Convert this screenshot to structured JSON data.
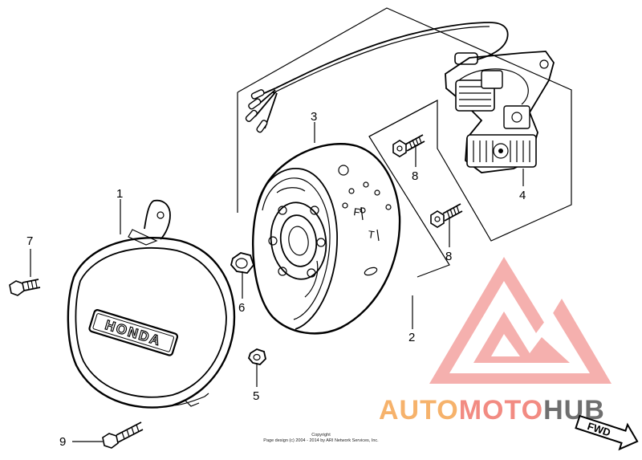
{
  "callouts": {
    "p1": "1",
    "p2": "2",
    "p3": "3",
    "p4": "4",
    "p5": "5",
    "p6": "6",
    "p7": "7",
    "p8a": "8",
    "p8b": "8",
    "p9": "9"
  },
  "cover_emblem": "HONDA",
  "rotor_marks": {
    "f": "F",
    "t": "T"
  },
  "copyright": {
    "line1": "Copyright",
    "line2": "Page design (c) 2004 - 2014 by ARI Network Services, Inc."
  },
  "watermark": {
    "part1": "AUTO",
    "part2": "MOTO",
    "part3": "HUB",
    "colors": {
      "orange": "#f6b26b",
      "red": "#f28b82",
      "gray": "#6f6f6f"
    }
  },
  "direction_marker": "FWD"
}
